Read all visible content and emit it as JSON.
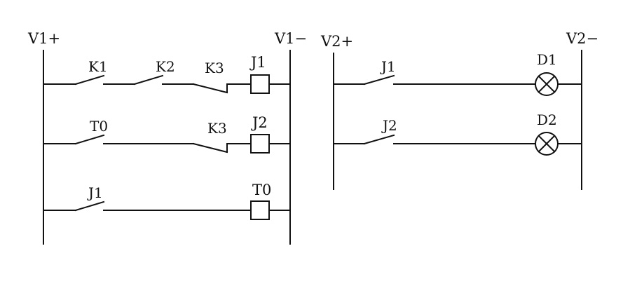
{
  "left_circuit": {
    "rail_pos": "V1+",
    "rail_neg": "V1−",
    "rung1": {
      "contacts": [
        "K1",
        "K2",
        "K3"
      ],
      "coil": "J1"
    },
    "rung2": {
      "contacts": [
        "T0",
        "K3"
      ],
      "coil": "J2"
    },
    "rung3": {
      "contacts": [
        "J1"
      ],
      "coil": "T0"
    }
  },
  "right_circuit": {
    "rail_pos": "V2+",
    "rail_neg": "V2−",
    "rung1": {
      "contact": "J1",
      "lamp": "D1"
    },
    "rung2": {
      "contact": "J2",
      "lamp": "D2"
    }
  }
}
